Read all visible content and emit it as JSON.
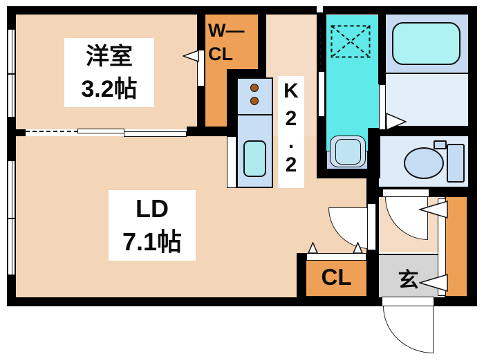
{
  "plan": {
    "type": "apartment-floor-plan",
    "rooms": {
      "western_room": {
        "name": "洋室",
        "size": "3.2帖"
      },
      "living_dining": {
        "name": "LD",
        "size": "7.1帖"
      },
      "kitchen": {
        "name": "K",
        "size": "2.2",
        "vertical_chars": [
          "K",
          "2",
          ".",
          "2"
        ]
      },
      "walk_in_closet": {
        "line1": "W—",
        "line2": "CL"
      },
      "closet": {
        "label": "CL"
      },
      "entrance": {
        "label": "玄"
      }
    },
    "colors": {
      "wall": "#000000",
      "room_floor": "#f3d5b7",
      "hallway_floor": "#f6dcc4",
      "closet_orange": "#efa057",
      "washroom_cyan": "#5fe9e9",
      "tub_surround": "#c6daf2",
      "tub_water": "#aff2f3",
      "bathroom_floor": "#e4eef9",
      "toilet_room": "#deebf8",
      "fixture_blue": "#c5dcf3",
      "counter_blue": "#c8def4",
      "sink_cyan": "#ade9ed",
      "burner_brown": "#a4591d",
      "genkan_gray": "#d5d5d5"
    }
  }
}
